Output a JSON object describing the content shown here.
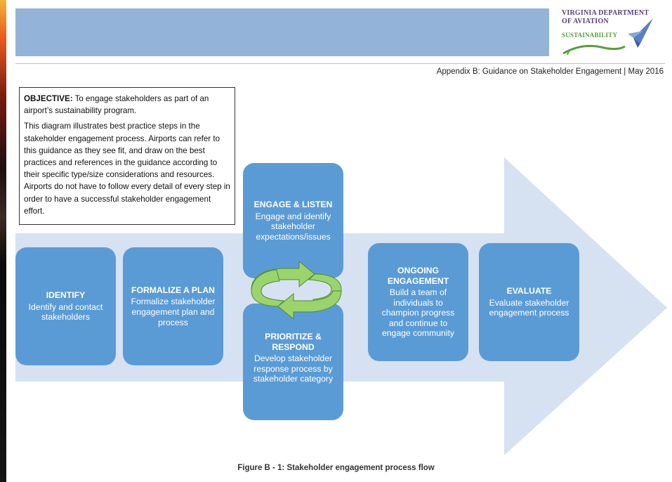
{
  "header": {
    "logo": {
      "line1": "VIRGINIA DEPARTMENT",
      "line2": "OF AVIATION",
      "line3": "SUSTAINABILITY"
    },
    "running_header": "Appendix B: Guidance on Stakeholder Engagement | May 2016"
  },
  "objective": {
    "label": "OBJECTIVE:",
    "text": " To engage stakeholders as part of an airport’s sustainability program.",
    "body": "This diagram illustrates best practice steps in the stakeholder engagement process. Airports can refer to this guidance as they see fit, and draw on the best practices and references in the guidance according to their specific type/size considerations and resources. Airports do not have to follow every detail of every step in order to have a successful stakeholder engagement effort."
  },
  "steps": {
    "identify": {
      "title": "IDENTIFY",
      "text": "Identify and contact stakeholders"
    },
    "formalize": {
      "title": "FORMALIZE A PLAN",
      "text": "Formalize stakeholder engagement plan and process"
    },
    "engage": {
      "title": "ENGAGE & LISTEN",
      "text": "Engage and identify stakeholder expectations/issues"
    },
    "prioritize": {
      "title": "PRIORITIZE & RESPOND",
      "text": "Develop stakeholder response process by stakeholder category"
    },
    "ongoing": {
      "title": "ONGOING ENGAGEMENT",
      "text": "Build a team of individuals to champion progress and continue to engage community"
    },
    "evaluate": {
      "title": "EVALUATE",
      "text": "Evaluate stakeholder engagement process"
    }
  },
  "caption": "Figure B - 1: Stakeholder engagement process flow",
  "colors": {
    "banner": "#94b3d8",
    "step_box": "#5b9bd5",
    "flow_arrow": "#d6e2f2",
    "cycle_arrows": "#9bd36c"
  }
}
